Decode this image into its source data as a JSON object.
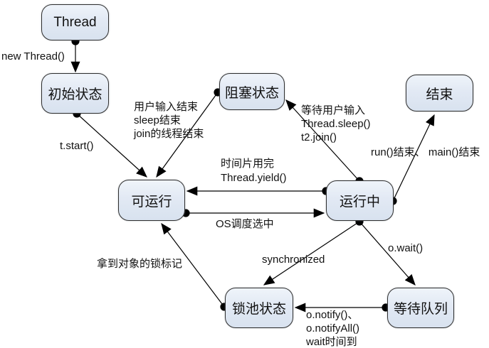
{
  "diagram": {
    "nodes": {
      "thread": "Thread",
      "initial": "初始状态",
      "blocked": "阻塞状态",
      "finish": "结束",
      "runnable": "可运行",
      "running": "运行中",
      "lock_pool": "锁池状态",
      "wait_queue": "等待队列"
    },
    "edge_labels": {
      "new_thread": "new Thread()",
      "t_start": "t.start()",
      "blocked_to_runnable": [
        "用户输入结束",
        "sleep结束",
        "join的线程结束"
      ],
      "running_to_blocked": [
        "等待用户输入",
        "Thread.sleep()",
        "t2.join()"
      ],
      "to_finish": "run()结束、 main()结束",
      "yield": [
        "时间片用完",
        "Thread.yield()"
      ],
      "os_schedule": "OS调度选中",
      "got_lock": "拿到对象的锁标记",
      "synchronized": "synchronized",
      "o_wait": "o.wait()",
      "notify": [
        "o.notify()、",
        "o.notifyAll()",
        "wait时间到"
      ]
    },
    "colors": {
      "node_fill_top": "#eff4fa",
      "node_fill_bottom": "#d8e2ef",
      "node_border": "#2f2f2f",
      "line": "#000000",
      "text": "#111111"
    }
  }
}
